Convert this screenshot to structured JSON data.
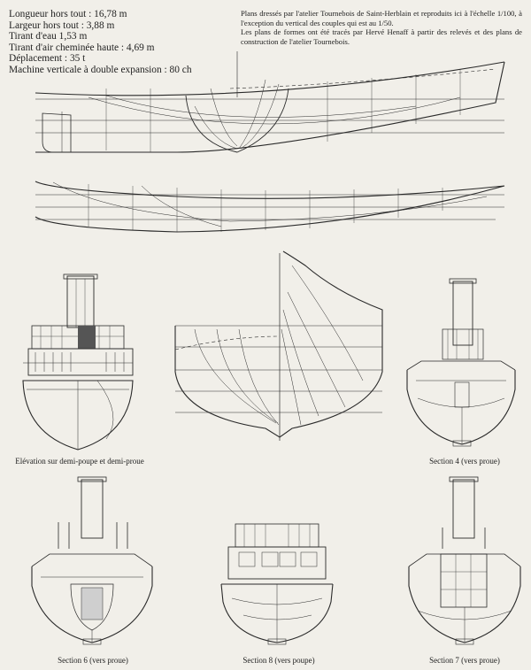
{
  "specs": [
    "Longueur hors tout : 16,78 m",
    "Largeur hors tout : 3,88 m",
    "Tirant d'eau 1,53 m",
    "Tirant d'air cheminée haute : 4,69 m",
    "Déplacement : 35 t",
    "Machine verticale à double expansion : 80 ch"
  ],
  "note": {
    "line1": "Plans dressés par l'atelier Tournebois de Saint-Herblain et reproduits ici à l'échelle 1/100, à l'exception du vertical des couples qui est au 1/50.",
    "line2": "Les plans de formes ont été tracés par Hervé Henaff à partir des relevés et des plans de construction de l'atelier Tournebois."
  },
  "captions": {
    "elevation": "Elévation sur demi-poupe et demi-proue",
    "section4": "Section 4 (vers proue)",
    "section6": "Section 6 (vers proue)",
    "section8": "Section 8 (vers poupe)",
    "section7": "Section 7 (vers proue)"
  }
}
